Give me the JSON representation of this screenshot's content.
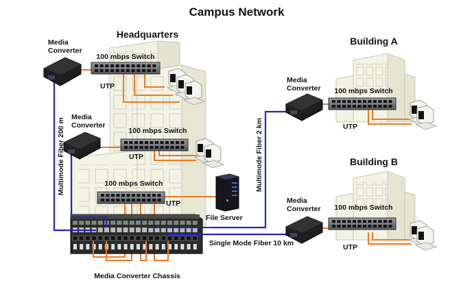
{
  "title": "Campus Network",
  "sites": {
    "headquarters": {
      "label": "Headquarters",
      "switches": [
        {
          "label": "100 mbps Switch",
          "cable_label": "UTP"
        },
        {
          "label": "100 mbps Switch",
          "cable_label": "UTP"
        },
        {
          "label": "100 mbps Switch",
          "cable_label": "UTP"
        }
      ],
      "media_converters": [
        "Media\nConverter",
        "Media\nConverter"
      ],
      "media_converter_line1": "Media",
      "media_converter_line2": "Converter",
      "file_server": "File Server",
      "chassis": "Media Converter Chassis",
      "fiber_link": "Multimode Fiber 200 m"
    },
    "building_a": {
      "label": "Building A",
      "switch": "100 mbps Switch",
      "cable_label": "UTP",
      "mc_line1": "Media",
      "mc_line2": "Converter",
      "fiber_link": "Multimode Fiber 2 km"
    },
    "building_b": {
      "label": "Building B",
      "switch": "100 mbps Switch",
      "cable_label": "UTP",
      "mc_line1": "Media",
      "mc_line2": "Converter",
      "fiber_link": "Single Mode Fiber 10 km"
    }
  },
  "colors": {
    "fiber": "#2323c8",
    "utp": "#f07820",
    "building": "#efefe2",
    "building_edge": "#c9c9b0",
    "device": "#1e1e1e",
    "switch": "#6d6f74"
  }
}
